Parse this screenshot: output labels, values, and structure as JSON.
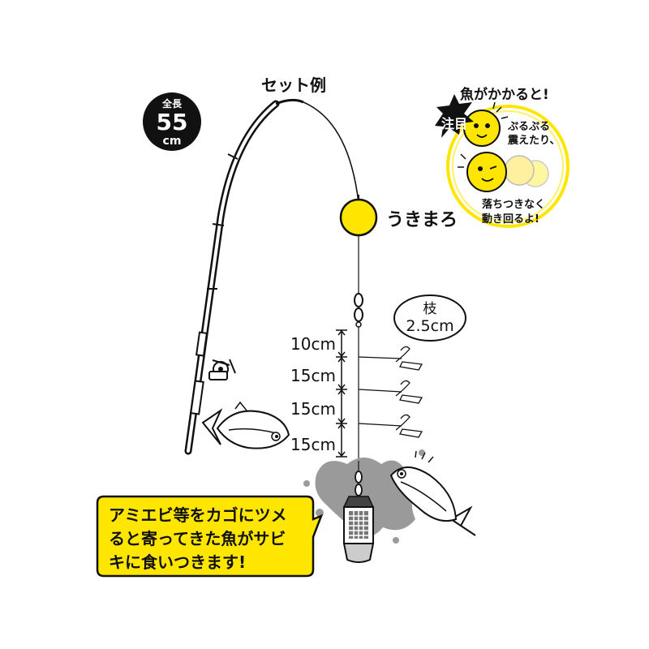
{
  "title": "セット例",
  "total_length": {
    "label": "全長",
    "value": "55",
    "unit": "cm"
  },
  "float_name": "うきまろ",
  "branch": {
    "label": "枝",
    "value": "2.5cm"
  },
  "intervals": [
    "10cm",
    "15cm",
    "15cm",
    "15cm"
  ],
  "attention": {
    "badge": "注目",
    "heading": "魚がかかると!",
    "line1a": "ぷるぷる",
    "line1b": "震えたり、",
    "line2a": "落ちつきなく",
    "line2b": "動き回るよ!"
  },
  "callout": {
    "line1": "アミエビ等をカゴにツメ",
    "line2": "ると寄ってきた魚がサビ",
    "line3": "キに食いつきます!"
  },
  "colors": {
    "accent": "#FFE600",
    "ink": "#111111",
    "cloud": "#9A9A9A"
  }
}
